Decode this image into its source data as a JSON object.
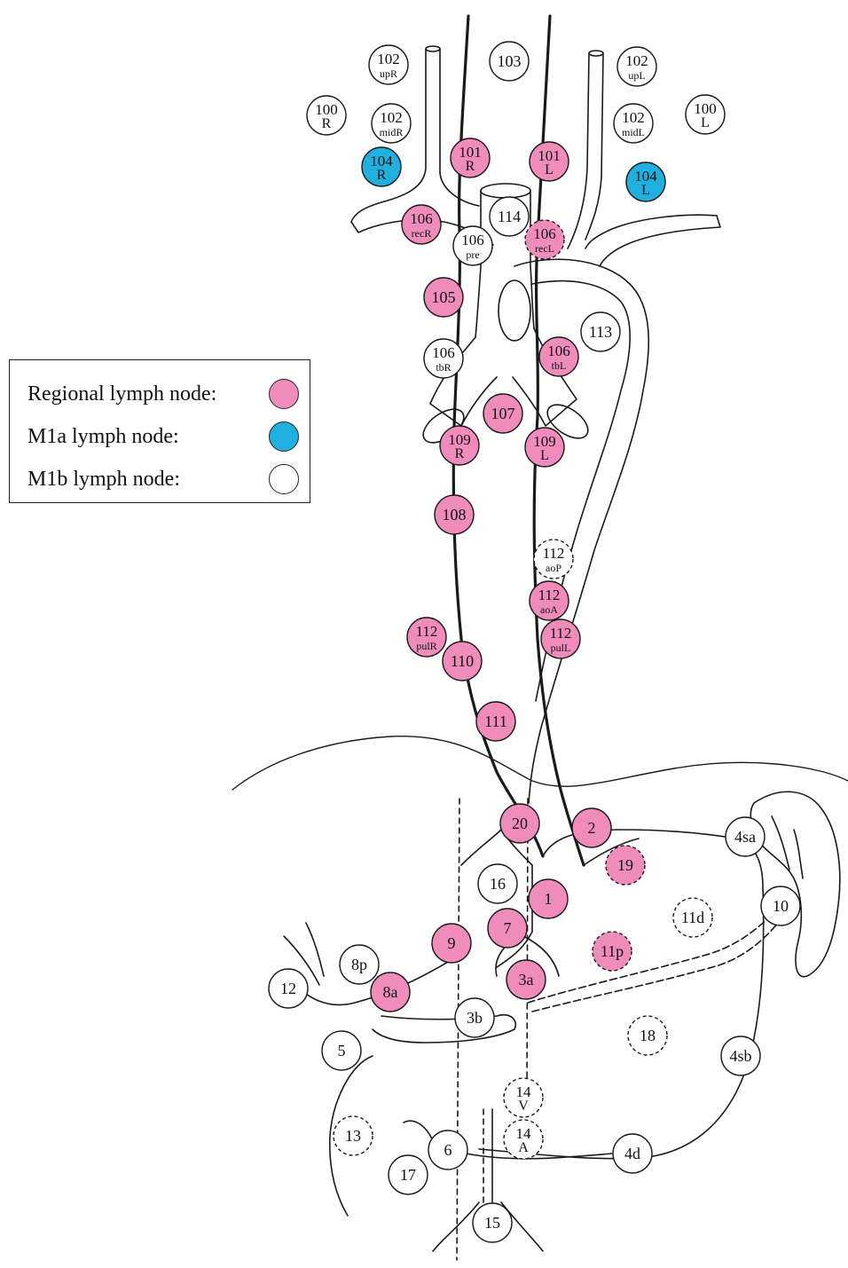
{
  "colors": {
    "regional": "#f08cbc",
    "m1a": "#1fb0e0",
    "m1b": "#ffffff",
    "stroke": "#1a1a1a"
  },
  "legend": {
    "items": [
      {
        "label": "Regional lymph node:",
        "category": "regional"
      },
      {
        "label": "M1a lymph node:",
        "category": "m1a"
      },
      {
        "label": "M1b lymph node:",
        "category": "m1b"
      }
    ]
  },
  "nodes": [
    {
      "l1": "102",
      "l2": "upR",
      "c": "m1b",
      "dash": false
    },
    {
      "l1": "103",
      "l2": "",
      "c": "m1b",
      "dash": false
    },
    {
      "l1": "102",
      "l2": "upL",
      "c": "m1b",
      "dash": false
    },
    {
      "l1": "100",
      "l2": "R",
      "c": "m1b",
      "dash": false
    },
    {
      "l1": "102",
      "l2": "midR",
      "c": "m1b",
      "dash": false
    },
    {
      "l1": "102",
      "l2": "midL",
      "c": "m1b",
      "dash": false
    },
    {
      "l1": "100",
      "l2": "L",
      "c": "m1b",
      "dash": false
    },
    {
      "l1": "104",
      "l2": "R",
      "c": "m1a",
      "dash": false
    },
    {
      "l1": "101",
      "l2": "R",
      "c": "regional",
      "dash": false
    },
    {
      "l1": "101",
      "l2": "L",
      "c": "regional",
      "dash": false
    },
    {
      "l1": "104",
      "l2": "L",
      "c": "m1a",
      "dash": false
    },
    {
      "l1": "106",
      "l2": "recR",
      "c": "regional",
      "dash": false
    },
    {
      "l1": "114",
      "l2": "",
      "c": "m1b",
      "dash": false
    },
    {
      "l1": "106",
      "l2": "pre",
      "c": "m1b",
      "dash": false
    },
    {
      "l1": "106",
      "l2": "recL",
      "c": "regional",
      "dash": true
    },
    {
      "l1": "105",
      "l2": "",
      "c": "regional",
      "dash": false
    },
    {
      "l1": "113",
      "l2": "",
      "c": "m1b",
      "dash": false
    },
    {
      "l1": "106",
      "l2": "tbR",
      "c": "m1b",
      "dash": false
    },
    {
      "l1": "106",
      "l2": "tbL",
      "c": "regional",
      "dash": false
    },
    {
      "l1": "107",
      "l2": "",
      "c": "regional",
      "dash": false
    },
    {
      "l1": "109",
      "l2": "R",
      "c": "regional",
      "dash": false
    },
    {
      "l1": "109",
      "l2": "L",
      "c": "regional",
      "dash": false
    },
    {
      "l1": "108",
      "l2": "",
      "c": "regional",
      "dash": false
    },
    {
      "l1": "112",
      "l2": "aoP",
      "c": "m1b",
      "dash": true
    },
    {
      "l1": "112",
      "l2": "aoA",
      "c": "regional",
      "dash": false
    },
    {
      "l1": "112",
      "l2": "pulR",
      "c": "regional",
      "dash": false
    },
    {
      "l1": "110",
      "l2": "",
      "c": "regional",
      "dash": false
    },
    {
      "l1": "112",
      "l2": "pulL",
      "c": "regional",
      "dash": false
    },
    {
      "l1": "111",
      "l2": "",
      "c": "regional",
      "dash": false
    },
    {
      "l1": "20",
      "l2": "",
      "c": "regional",
      "dash": false
    },
    {
      "l1": "2",
      "l2": "",
      "c": "regional",
      "dash": false
    },
    {
      "l1": "19",
      "l2": "",
      "c": "regional",
      "dash": true
    },
    {
      "l1": "4sa",
      "l2": "",
      "c": "m1b",
      "dash": false
    },
    {
      "l1": "16",
      "l2": "",
      "c": "m1b",
      "dash": false
    },
    {
      "l1": "1",
      "l2": "",
      "c": "regional",
      "dash": false
    },
    {
      "l1": "10",
      "l2": "",
      "c": "m1b",
      "dash": false
    },
    {
      "l1": "11d",
      "l2": "",
      "c": "m1b",
      "dash": true
    },
    {
      "l1": "7",
      "l2": "",
      "c": "regional",
      "dash": false
    },
    {
      "l1": "9",
      "l2": "",
      "c": "regional",
      "dash": false
    },
    {
      "l1": "11p",
      "l2": "",
      "c": "regional",
      "dash": true
    },
    {
      "l1": "8p",
      "l2": "",
      "c": "m1b",
      "dash": false
    },
    {
      "l1": "12",
      "l2": "",
      "c": "m1b",
      "dash": false
    },
    {
      "l1": "8a",
      "l2": "",
      "c": "regional",
      "dash": false
    },
    {
      "l1": "3a",
      "l2": "",
      "c": "regional",
      "dash": false
    },
    {
      "l1": "3b",
      "l2": "",
      "c": "m1b",
      "dash": false
    },
    {
      "l1": "18",
      "l2": "",
      "c": "m1b",
      "dash": true
    },
    {
      "l1": "5",
      "l2": "",
      "c": "m1b",
      "dash": false
    },
    {
      "l1": "4sb",
      "l2": "",
      "c": "m1b",
      "dash": false
    },
    {
      "l1": "14",
      "l2": "V",
      "c": "m1b",
      "dash": true
    },
    {
      "l1": "13",
      "l2": "",
      "c": "m1b",
      "dash": true
    },
    {
      "l1": "14",
      "l2": "A",
      "c": "m1b",
      "dash": true
    },
    {
      "l1": "6",
      "l2": "",
      "c": "m1b",
      "dash": false
    },
    {
      "l1": "4d",
      "l2": "",
      "c": "m1b",
      "dash": false
    },
    {
      "l1": "17",
      "l2": "",
      "c": "m1b",
      "dash": false
    },
    {
      "l1": "15",
      "l2": "",
      "c": "m1b",
      "dash": false
    }
  ]
}
